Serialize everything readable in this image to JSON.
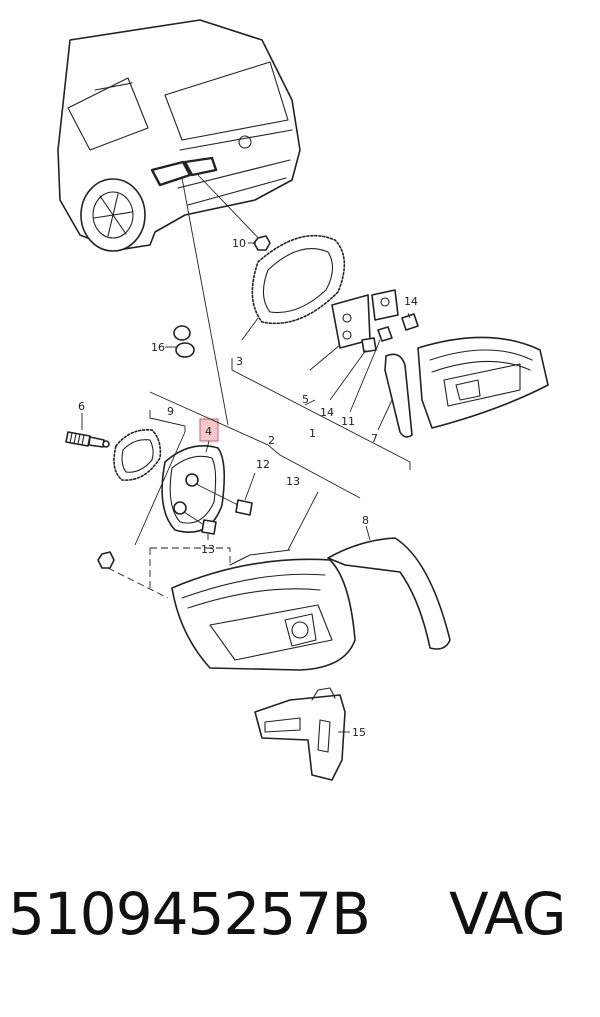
{
  "callouts": {
    "c1": "1",
    "c2": "2",
    "c3": "3",
    "c4": "4",
    "c5": "5",
    "c6": "6",
    "c7": "7",
    "c8": "8",
    "c9": "9",
    "c10": "10",
    "c11": "11",
    "c12": "12",
    "c13a": "13",
    "c13b": "13",
    "c14a": "14",
    "c14b": "14",
    "c15": "15",
    "c16": "16"
  },
  "highlight": {
    "callout": "4",
    "color": "#f4c7cc",
    "border": "#d0586a"
  },
  "footer": {
    "part_number": "510945257B",
    "brand": "VAG"
  }
}
